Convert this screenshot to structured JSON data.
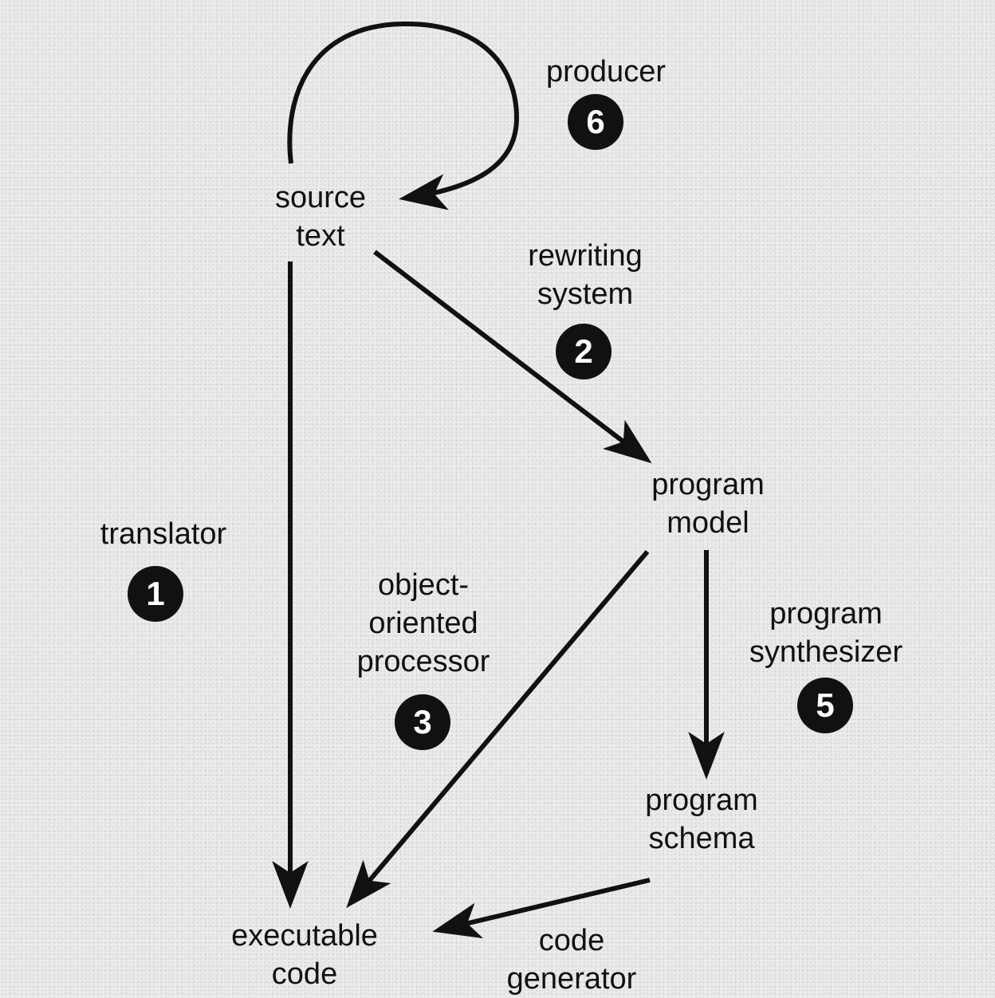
{
  "nodes": {
    "source_text": {
      "line1": "source",
      "line2": "text"
    },
    "program_model": {
      "line1": "program",
      "line2": "model"
    },
    "program_schema": {
      "line1": "program",
      "line2": "schema"
    },
    "executable_code": {
      "line1": "executable",
      "line2": "code"
    }
  },
  "processors": {
    "translator": {
      "label": "translator",
      "number": "1"
    },
    "rewriting_system": {
      "line1": "rewriting",
      "line2": "system",
      "number": "2"
    },
    "object_oriented_processor": {
      "line1": "object-",
      "line2": "oriented",
      "line3": "processor",
      "number": "3"
    },
    "code_generator": {
      "line1": "code",
      "line2": "generator"
    },
    "program_synthesizer": {
      "line1": "program",
      "line2": "synthesizer",
      "number": "5"
    },
    "producer": {
      "label": "producer",
      "number": "6"
    }
  }
}
